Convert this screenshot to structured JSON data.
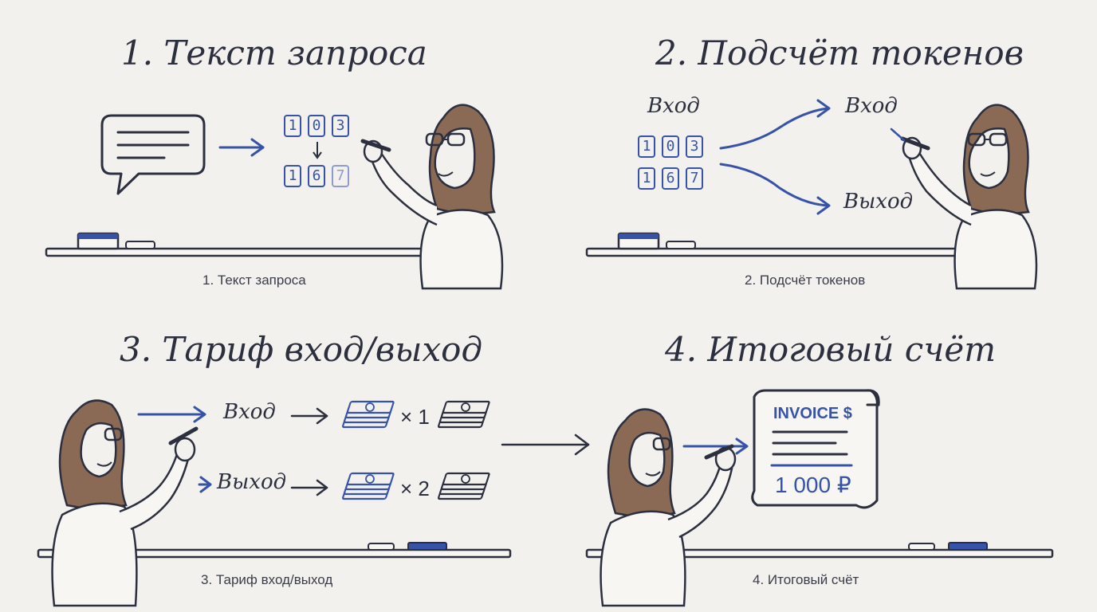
{
  "panels": [
    {
      "title": "1. Текст запроса",
      "caption": "1. Текст запроса",
      "tokens_top": [
        "1",
        "0",
        "3"
      ],
      "tokens_bottom": [
        "1",
        "6",
        "7"
      ]
    },
    {
      "title": "2. Подсчёт токенов",
      "caption": "2. Подсчёт токенов",
      "input_label": "Вход",
      "tokens_top": [
        "1",
        "0",
        "3"
      ],
      "tokens_bottom": [
        "1",
        "6",
        "7"
      ],
      "branch_input": "Вход",
      "branch_output": "Выход"
    },
    {
      "title": "3. Тариф вход/выход",
      "caption": "3. Тариф вход/выход",
      "input_label": "Вход",
      "output_label": "Выход",
      "input_multiplier": "× 1",
      "output_multiplier": "× 2"
    },
    {
      "title": "4. Итоговый счёт",
      "caption": "4. Итоговый счёт",
      "invoice_heading": "INVOICE $",
      "invoice_total": "1 000 ₽"
    }
  ],
  "colors": {
    "accent": "#3653a8",
    "ink": "#2b2f3e",
    "background": "#f3f1ed",
    "hair": "#8a6a55"
  },
  "icons": [
    "speech-bubble-icon",
    "arrow-icon",
    "money-stack-icon",
    "invoice-icon",
    "teacher-figure",
    "marker-icon",
    "eraser-icon"
  ]
}
